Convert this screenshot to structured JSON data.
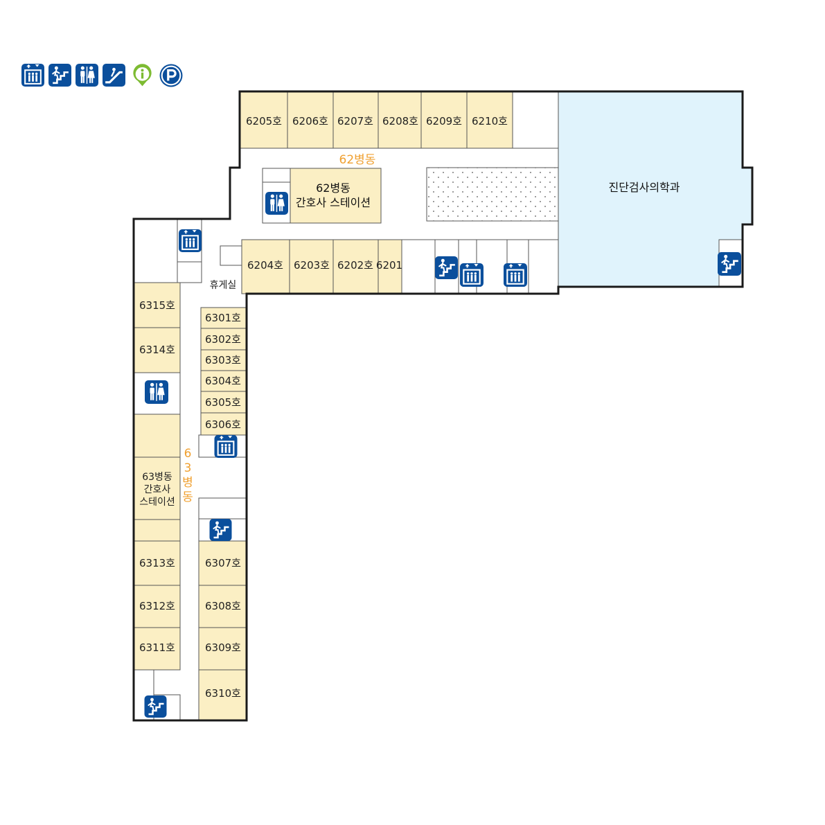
{
  "colors": {
    "room": "#fbefc4",
    "diagnostic": "#e0f3fc",
    "wall": "#1a1a1a",
    "icon_bg": "#0b4f9c",
    "ward_label": "#f0a030",
    "info_green": "#7dbb32"
  },
  "legend": [
    {
      "icon": "elevator-icon"
    },
    {
      "icon": "stairs-icon"
    },
    {
      "icon": "restroom-icon"
    },
    {
      "icon": "escalator-icon"
    },
    {
      "icon": "information-icon"
    },
    {
      "icon": "parking-icon"
    }
  ],
  "rooms": {
    "r6205": "6205호",
    "r6206": "6206호",
    "r6207": "6207호",
    "r6208": "6208호",
    "r6209": "6209호",
    "r6210": "6210호",
    "r6204": "6204호",
    "r6203": "6203호",
    "r6202": "6202호",
    "r6201": "6201",
    "r6315": "6315호",
    "r6314": "6314호",
    "r6313": "6313호",
    "r6312": "6312호",
    "r6311": "6311호",
    "r6301": "6301호",
    "r6302": "6302호",
    "r6303": "6303호",
    "r6304": "6304호",
    "r6305": "6305호",
    "r6306": "6306호",
    "r6307": "6307호",
    "r6308": "6308호",
    "r6309": "6309호",
    "r6310": "6310호"
  },
  "labels": {
    "ward62": "62병동",
    "station62_line1": "62병동",
    "station62_line2": "간호사 스테이션",
    "diagnostic": "진단검사의학과",
    "lounge": "휴게실",
    "ward63_c1": "6",
    "ward63_c2": "3",
    "ward63_c3": "병",
    "ward63_c4": "동",
    "station63_line1": "63병동",
    "station63_line2": "간호사",
    "station63_line3": "스테이션"
  }
}
